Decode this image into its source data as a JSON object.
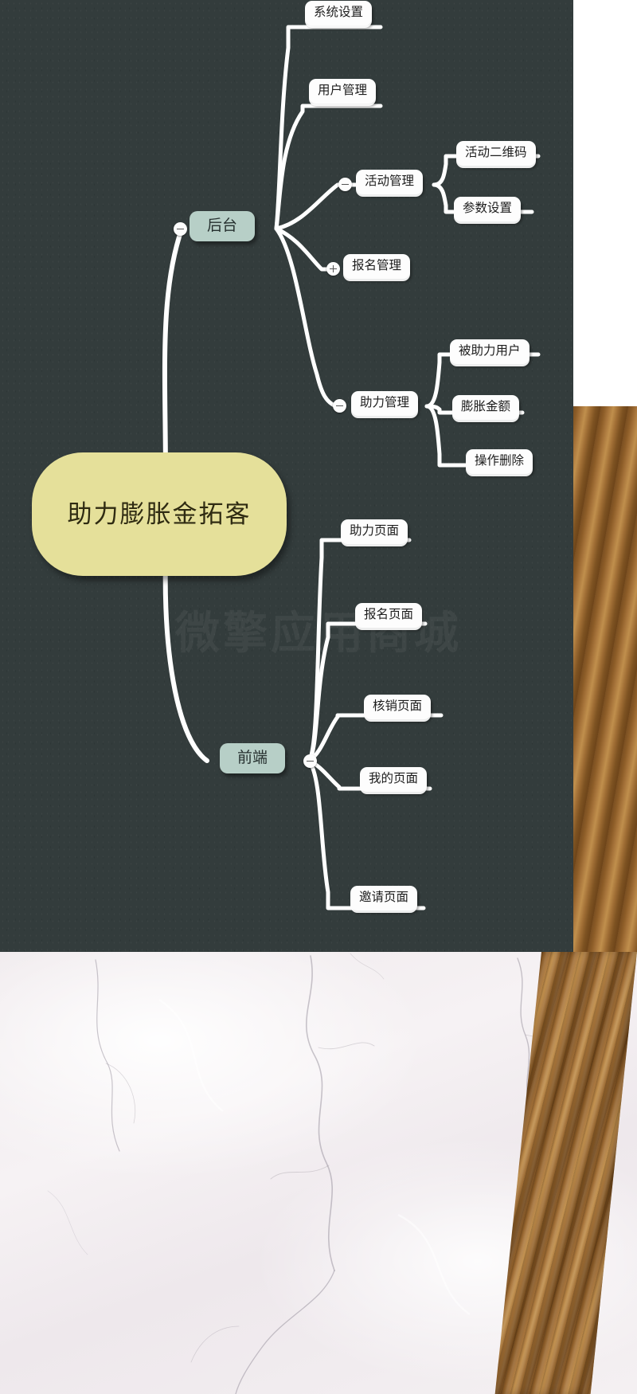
{
  "mindmap": {
    "title": "助力膨胀金拓客",
    "watermark": "微擎应用商城",
    "colors": {
      "canvas": "#333c3c",
      "root_fill": "#e5e09a",
      "branch_fill": "#b7cfc7",
      "leaf_fill": "#fdfdfd",
      "edge": "#ffffff"
    },
    "root": {
      "label": "助力膨胀金拓客"
    },
    "branches": [
      {
        "label": "后台",
        "toggle": "minus",
        "children": [
          {
            "label": "系统设置",
            "toggle": null,
            "children": []
          },
          {
            "label": "用户管理",
            "toggle": null,
            "children": []
          },
          {
            "label": "活动管理",
            "toggle": "minus",
            "children": [
              {
                "label": "活动二维码"
              },
              {
                "label": "参数设置"
              }
            ]
          },
          {
            "label": "报名管理",
            "toggle": "plus",
            "children": []
          },
          {
            "label": "助力管理",
            "toggle": "minus",
            "children": [
              {
                "label": "被助力用户"
              },
              {
                "label": "膨胀金额"
              },
              {
                "label": "操作删除"
              }
            ]
          }
        ]
      },
      {
        "label": "前端",
        "toggle": "minus",
        "children": [
          {
            "label": "助力页面",
            "toggle": null,
            "children": []
          },
          {
            "label": "报名页面",
            "toggle": null,
            "children": []
          },
          {
            "label": "核销页面",
            "toggle": null,
            "children": []
          },
          {
            "label": "我的页面",
            "toggle": null,
            "children": []
          },
          {
            "label": "邀请页面",
            "toggle": null,
            "children": []
          }
        ]
      }
    ]
  },
  "photo": {
    "description": "marble-surface",
    "accent_wood": "#a6733a"
  }
}
